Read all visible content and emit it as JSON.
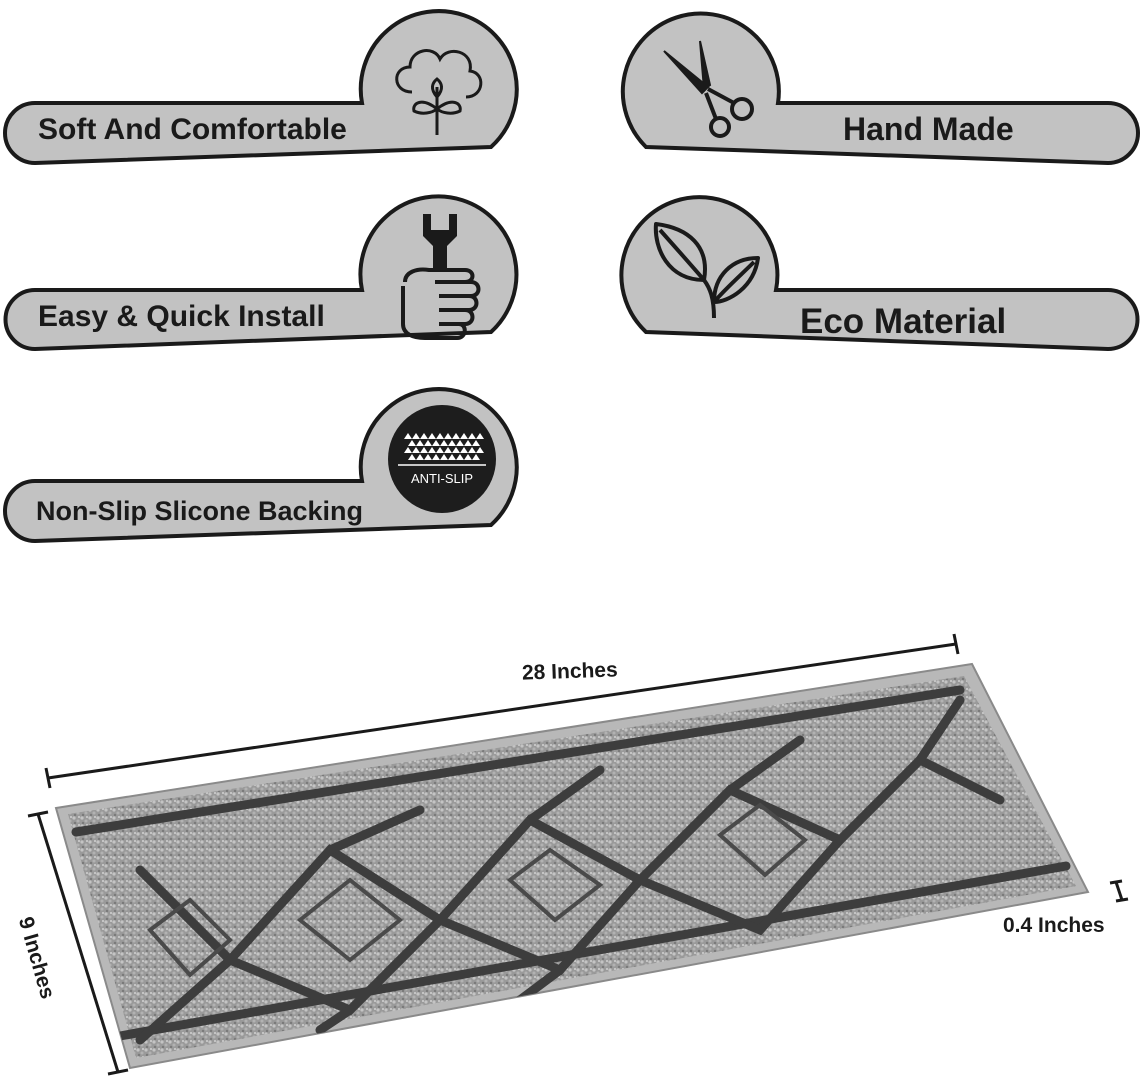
{
  "features": {
    "soft": {
      "label": "Soft And Comfortable",
      "icon": "cotton-plant-icon"
    },
    "hand_made": {
      "label": "Hand Made",
      "icon": "scissors-icon"
    },
    "easy_install": {
      "label": "Easy & Quick Install",
      "icon": "hand-wrench-icon"
    },
    "eco": {
      "label": "Eco Material",
      "icon": "leaves-icon"
    },
    "non_slip": {
      "label": "Non-Slip Slicone Backing",
      "icon": "anti-slip-icon",
      "icon_text": "ANTI-SLIP"
    }
  },
  "dimensions": {
    "length": "28 Inches",
    "width": "9 Inches",
    "thickness": "0.4 Inches"
  },
  "colors": {
    "badge_fill": "#c2c2c2",
    "badge_stroke": "#1a1a1a",
    "rug_light": "#9b9b9b",
    "rug_dark": "#3d3d3d"
  }
}
